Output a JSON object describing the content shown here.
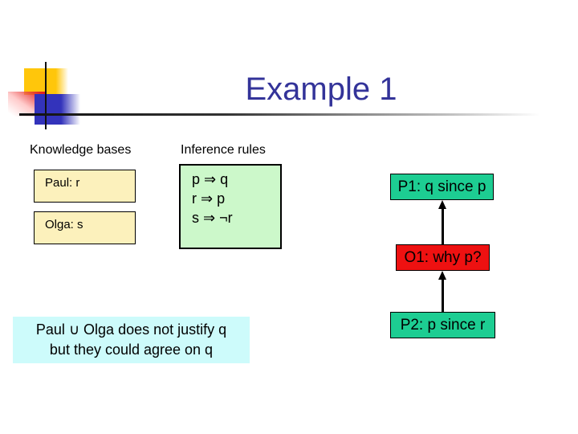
{
  "slide": {
    "title": "Example 1",
    "labels": {
      "knowledge_bases": "Knowledge bases",
      "inference_rules": "Inference rules"
    },
    "knowledge_boxes": [
      {
        "text": "Paul: r"
      },
      {
        "text": "Olga: s"
      }
    ],
    "inference_rules": [
      "p ⇒ q",
      "r ⇒ p",
      "s ⇒ ¬r"
    ],
    "argument_boxes": [
      {
        "id": "P1",
        "role": "proponent",
        "text": "P1: q since p"
      },
      {
        "id": "O1",
        "role": "opponent",
        "text": "O1: why p?"
      },
      {
        "id": "P2",
        "role": "proponent",
        "text": "P2: p since r"
      }
    ],
    "note": {
      "line1": "Paul ∪ Olga does not justify q",
      "line2": "but they could agree on q"
    },
    "colors": {
      "title": "#333399",
      "kb_box_fill": "#fcf1bc",
      "rules_box_fill": "#ccf8ca",
      "proponent_fill": "#1dcd92",
      "opponent_fill": "#ee1111",
      "note_fill": "#cdfbfb",
      "deco_yellow": "#ffc60b",
      "deco_blue": "#3333bb",
      "deco_red": "#e02020"
    }
  }
}
